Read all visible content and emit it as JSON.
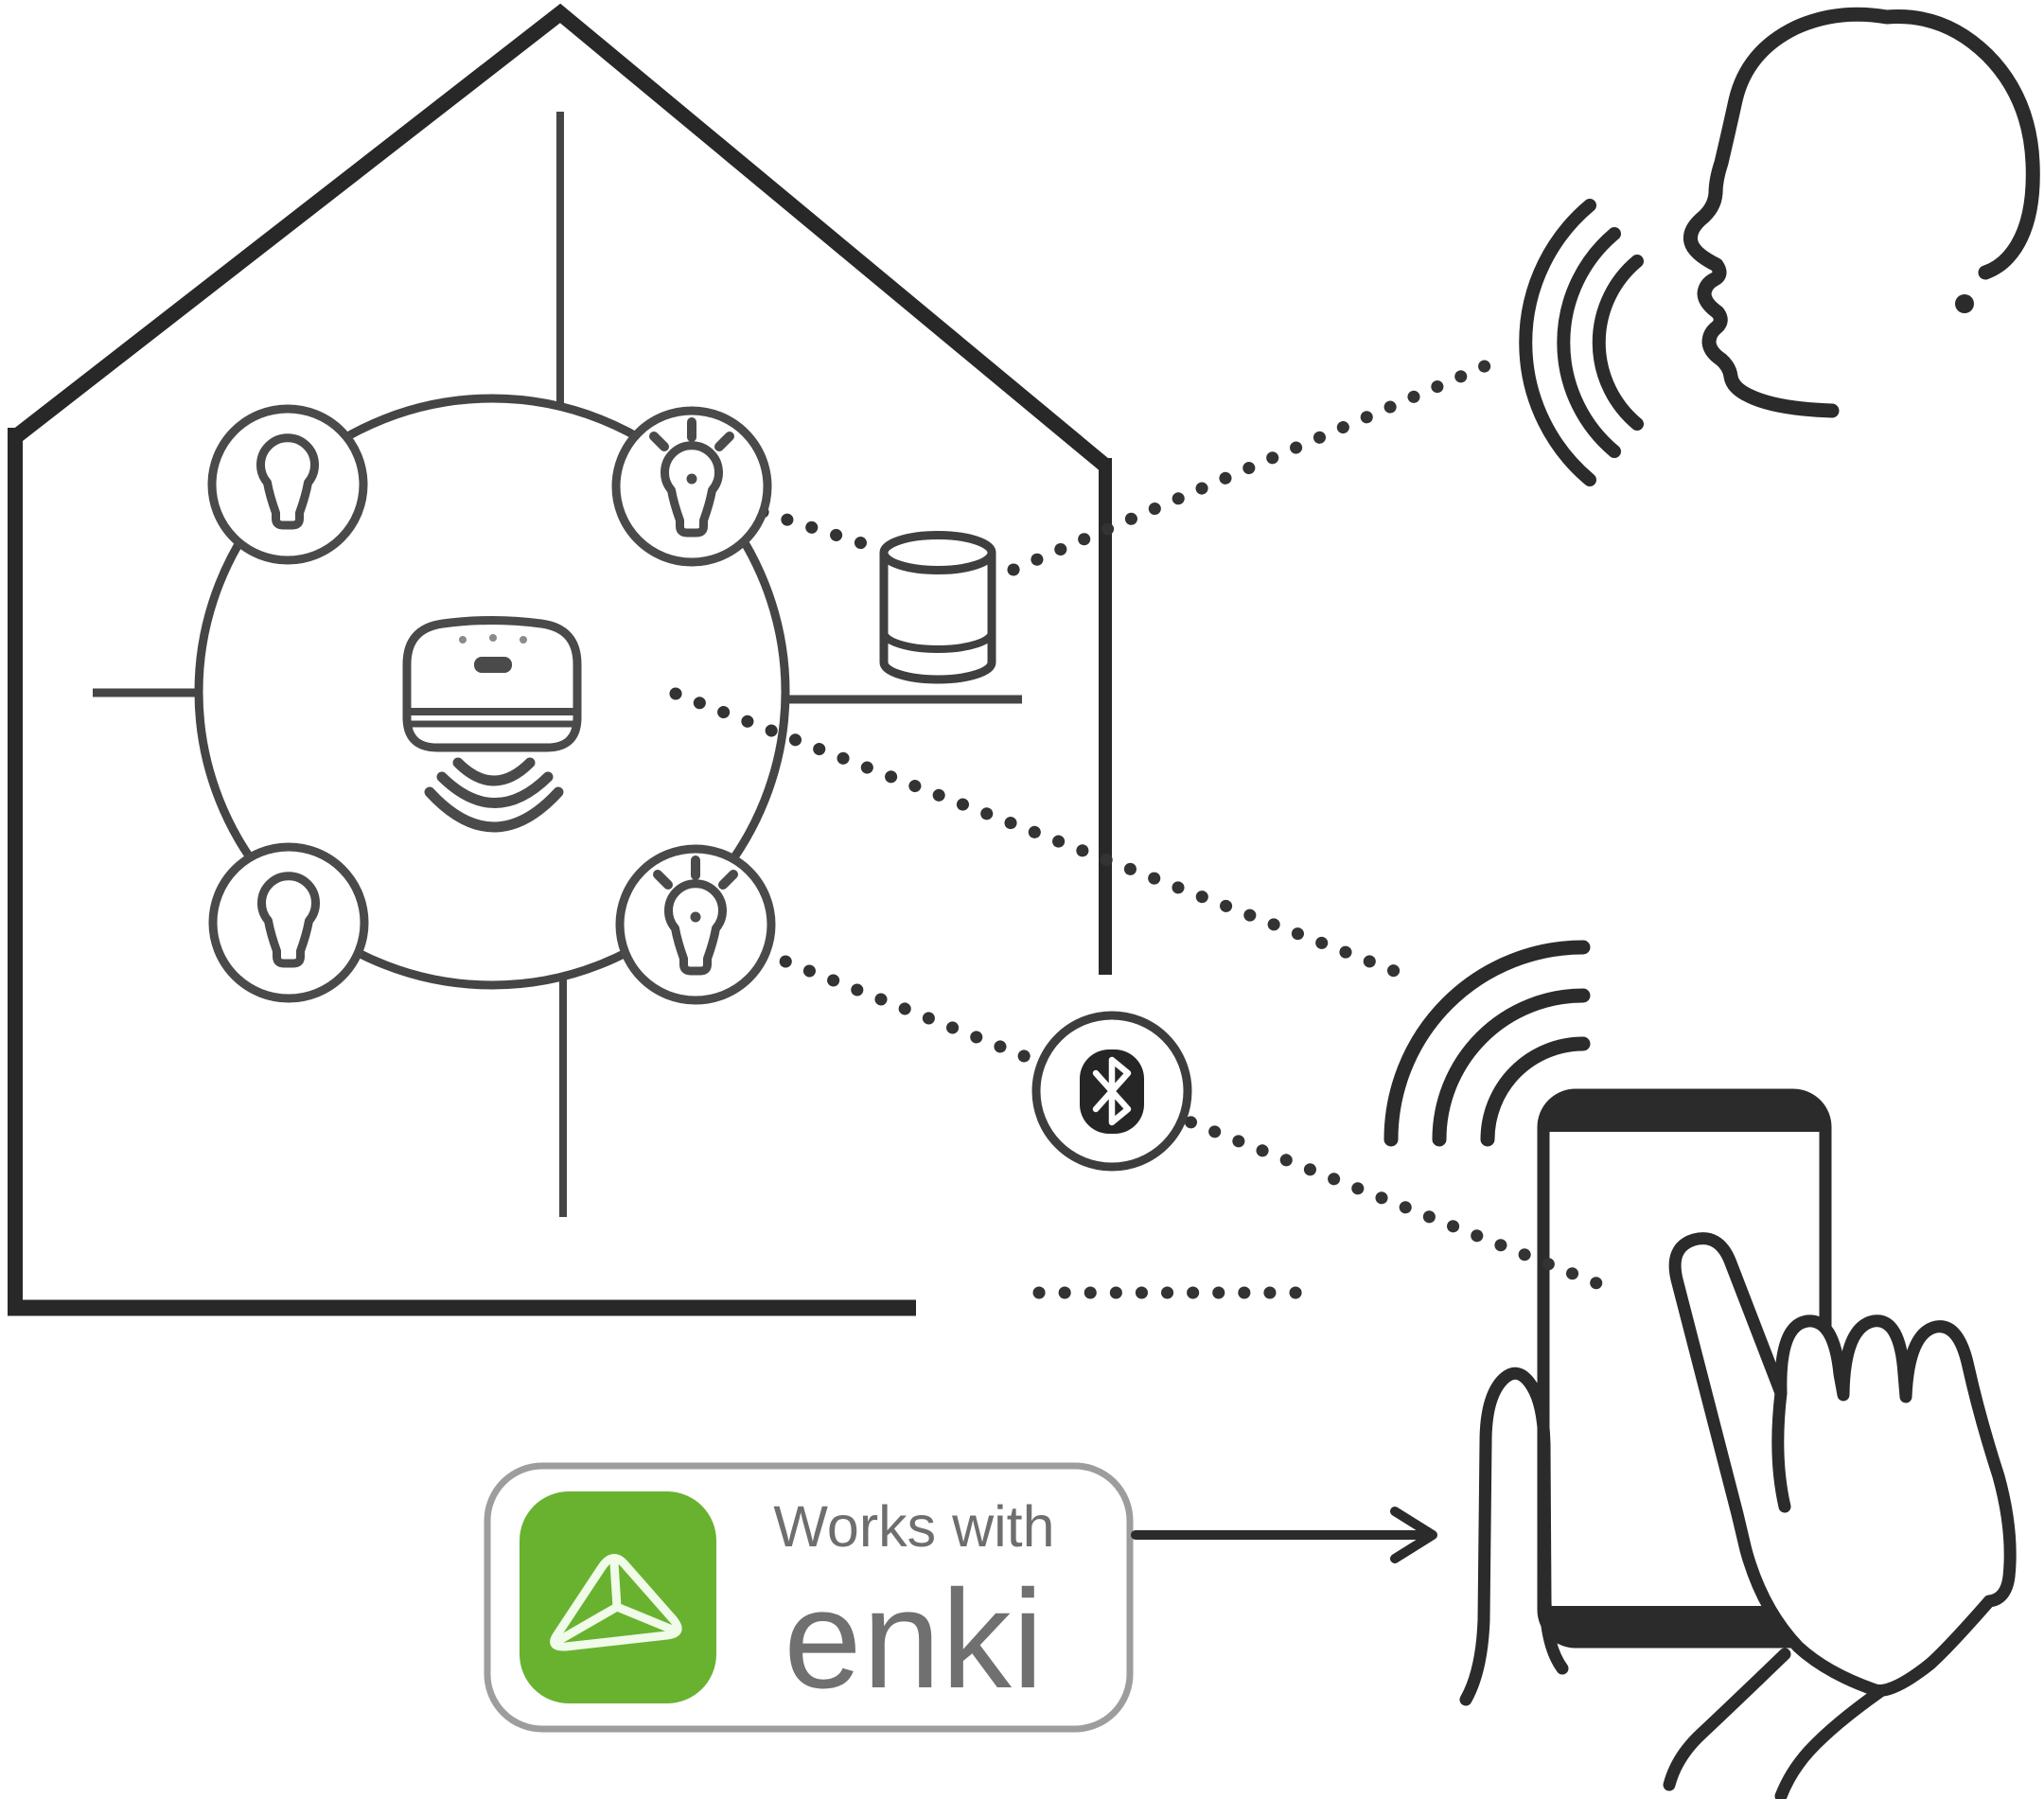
{
  "badge": {
    "works_with_label": "Works with",
    "brand": "enki"
  },
  "colors": {
    "background": "#ffffff",
    "line_heavy": "#282828",
    "line_thin": "#454545",
    "line_dark": "#2b2b2b",
    "dotted": "#333333",
    "brand_green": "#68b230",
    "badge_border": "#9d9d9d",
    "badge_text": "#6e6e6e",
    "bluetooth_fill": "#262626",
    "triangle_stroke": "#f0fbe9"
  },
  "icons": [
    "house-outline-icon",
    "network-ring-icon",
    "bulb-off-icon",
    "bulb-on-icon",
    "smart-hub-icon",
    "radio-waves-icon",
    "smart-speaker-icon",
    "bluetooth-icon",
    "person-speaking-icon",
    "voice-waves-icon",
    "smartphone-icon",
    "hand-touch-icon",
    "wifi-waves-icon",
    "enki-app-icon",
    "works-with-enki-badge",
    "arrow-right-icon"
  ]
}
